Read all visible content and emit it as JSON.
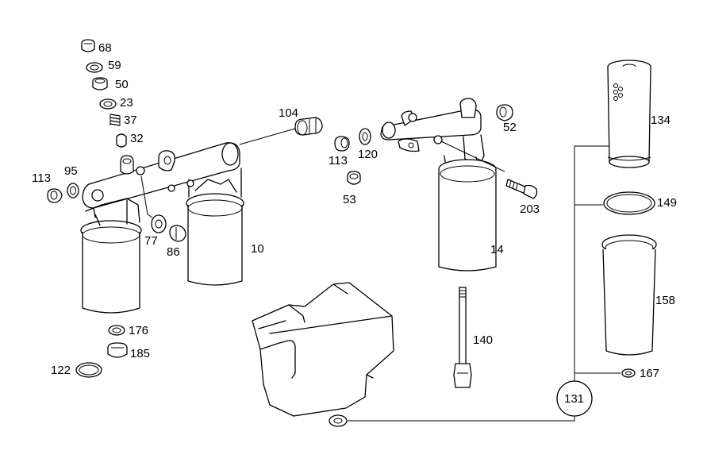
{
  "parts": [
    {
      "id": "p68",
      "label": "68"
    },
    {
      "id": "p59",
      "label": "59"
    },
    {
      "id": "p50",
      "label": "50"
    },
    {
      "id": "p23",
      "label": "23"
    },
    {
      "id": "p37",
      "label": "37"
    },
    {
      "id": "p32",
      "label": "32"
    },
    {
      "id": "p113a",
      "label": "113"
    },
    {
      "id": "p95",
      "label": "95"
    },
    {
      "id": "p77",
      "label": "77"
    },
    {
      "id": "p86",
      "label": "86"
    },
    {
      "id": "p10",
      "label": "10"
    },
    {
      "id": "p104",
      "label": "104"
    },
    {
      "id": "p176",
      "label": "176"
    },
    {
      "id": "p185",
      "label": "185"
    },
    {
      "id": "p122",
      "label": "122"
    },
    {
      "id": "p113b",
      "label": "113"
    },
    {
      "id": "p120",
      "label": "120"
    },
    {
      "id": "p53",
      "label": "53"
    },
    {
      "id": "p52",
      "label": "52"
    },
    {
      "id": "p203",
      "label": "203"
    },
    {
      "id": "p14",
      "label": "14"
    },
    {
      "id": "p140",
      "label": "140"
    },
    {
      "id": "p134",
      "label": "134"
    },
    {
      "id": "p149",
      "label": "149"
    },
    {
      "id": "p158",
      "label": "158"
    },
    {
      "id": "p167",
      "label": "167"
    },
    {
      "id": "p131",
      "label": "131"
    }
  ]
}
